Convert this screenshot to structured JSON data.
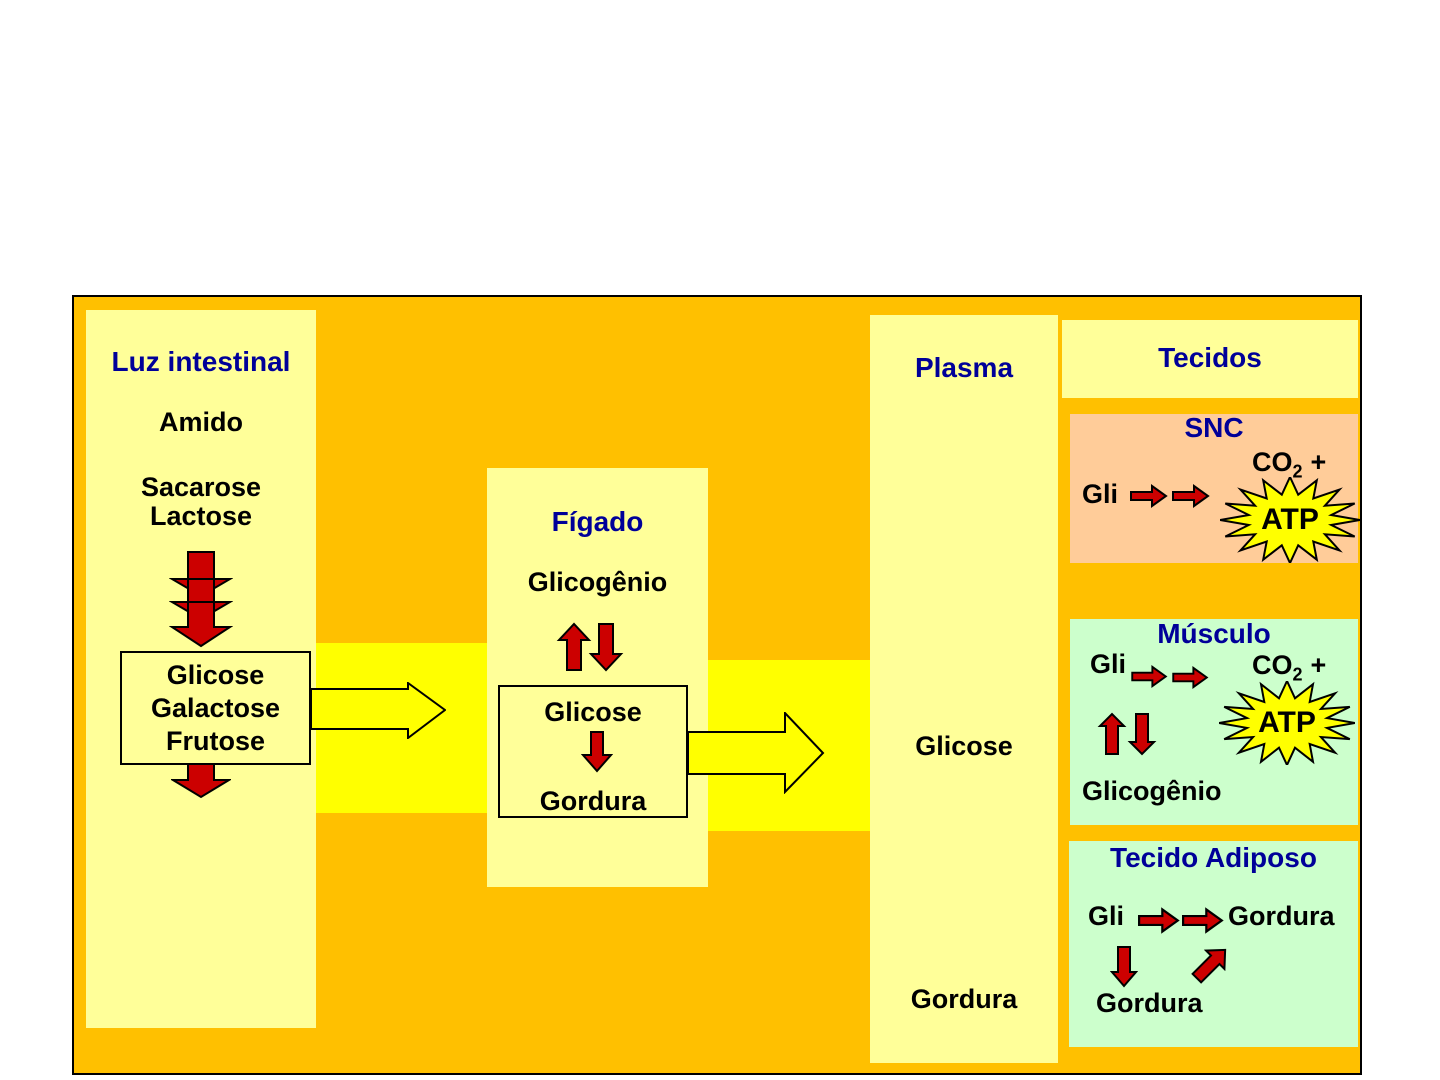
{
  "colors": {
    "page_bg": "#FFFFFF",
    "canvas_orange": "#FFC000",
    "panel_yellow": "#FFFF99",
    "band_yellow": "#FFFF00",
    "snc_salmon": "#FFCC99",
    "tissue_green": "#CCFFCC",
    "arrow_red": "#CC0000",
    "heading_blue": "#000099",
    "text_black": "#000000",
    "atp_yellow": "#FFFF00"
  },
  "intestinal": {
    "title": "Luz intestinal",
    "amido": "Amido",
    "sacarose": "Sacarose",
    "lactose": "Lactose",
    "box": {
      "line1": "Glicose",
      "line2": "Galactose",
      "line3": "Frutose"
    }
  },
  "liver": {
    "title": "Fígado",
    "glicogenio": "Glicogênio",
    "box": {
      "top": "Glicose",
      "bottom": "Gordura"
    }
  },
  "plasma": {
    "title": "Plasma",
    "glicose": "Glicose",
    "gordura": "Gordura"
  },
  "tissues": {
    "title": "Tecidos",
    "snc": {
      "title": "SNC",
      "gli": "Gli",
      "co": "CO",
      "co_sub": "2",
      "plus": "+",
      "atp": "ATP"
    },
    "muscle": {
      "title": "Músculo",
      "gli": "Gli",
      "co": "CO",
      "co_sub": "2",
      "plus": "+",
      "atp": "ATP",
      "glicogenio": "Glicogênio"
    },
    "adipose": {
      "title": "Tecido Adiposo",
      "gli": "Gli",
      "gordura_right": "Gordura",
      "gordura_bottom": "Gordura"
    }
  }
}
